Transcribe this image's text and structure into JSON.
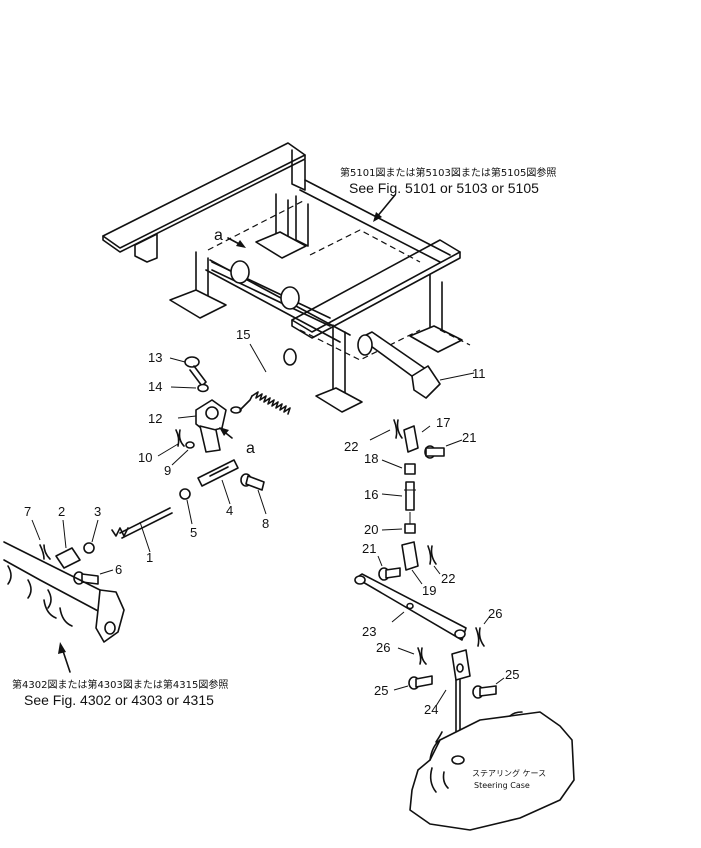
{
  "references": {
    "frame_jp": "第5101図または第5103図または第5105図参照",
    "frame_en": "See Fig. 5101 or 5103 or 5105",
    "lever_jp": "第4302図または第4303図または第4315図参照",
    "lever_en": "See Fig. 4302 or 4303 or 4315"
  },
  "steering_case": {
    "jp": "ステアリング ケース",
    "en": "Steering Case"
  },
  "view_marks": {
    "top": "a",
    "bracket": "a"
  },
  "part_numbers": {
    "p1": "1",
    "p2": "2",
    "p3": "3",
    "p4": "4",
    "p5": "5",
    "p6": "6",
    "p7": "7",
    "p8": "8",
    "p9": "9",
    "p10": "10",
    "p11": "11",
    "p12": "12",
    "p13": "13",
    "p14": "14",
    "p15": "15",
    "p16": "16",
    "p17": "17",
    "p18": "18",
    "p19": "19",
    "p20": "20",
    "p21a": "21",
    "p21b": "21",
    "p22a": "22",
    "p22b": "22",
    "p23": "23",
    "p24": "24",
    "p25a": "25",
    "p25b": "25",
    "p26a": "26",
    "p26b": "26"
  }
}
